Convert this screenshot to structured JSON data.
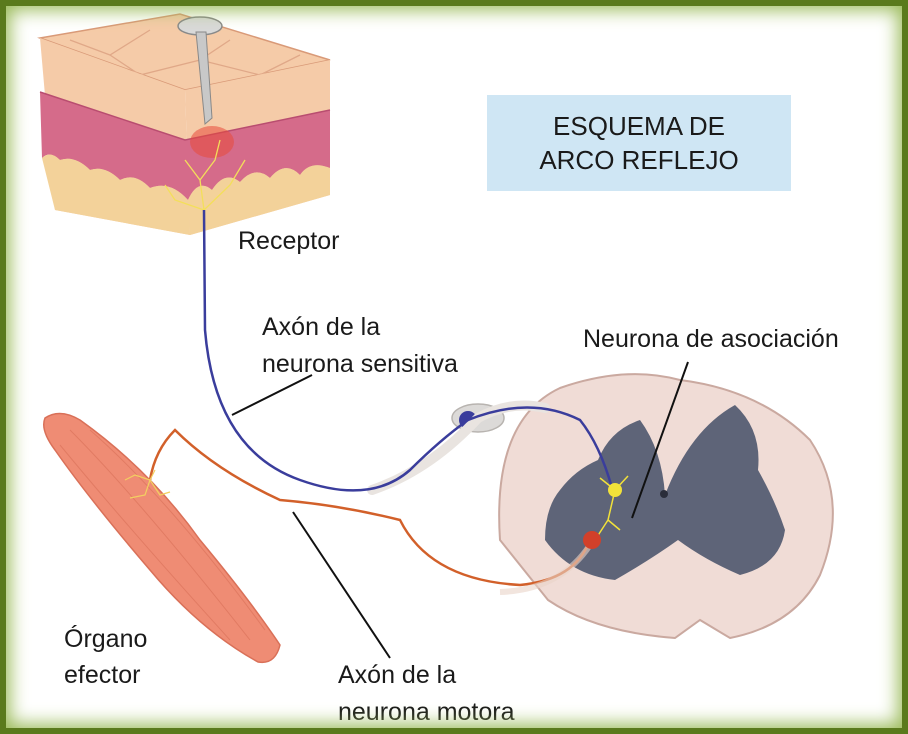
{
  "title": {
    "line1": "ESQUEMA DE",
    "line2": "ARCO REFLEJO"
  },
  "labels": {
    "receptor": "Receptor",
    "sensory_axon_line1": "Axón de la",
    "sensory_axon_line2": "neurona sensitiva",
    "association_neuron": "Neurona de asociación",
    "motor_axon_line1": "Axón de la",
    "motor_axon_line2": "neurona motora",
    "effector_line1": "Órgano",
    "effector_line2": "efector"
  },
  "colors": {
    "title_box": "#cfe6f4",
    "sensory_neuron": "#3a3d9c",
    "motor_neuron": "#d2602a",
    "association_neuron": "#f2e23a",
    "gray_matter": "#5e6478",
    "white_matter": "#f0dcd6",
    "muscle": "#ef8c74",
    "skin_epidermis": "#f7c5a8",
    "skin_dermis": "#d56b8a",
    "border": "#5a7a1c"
  }
}
